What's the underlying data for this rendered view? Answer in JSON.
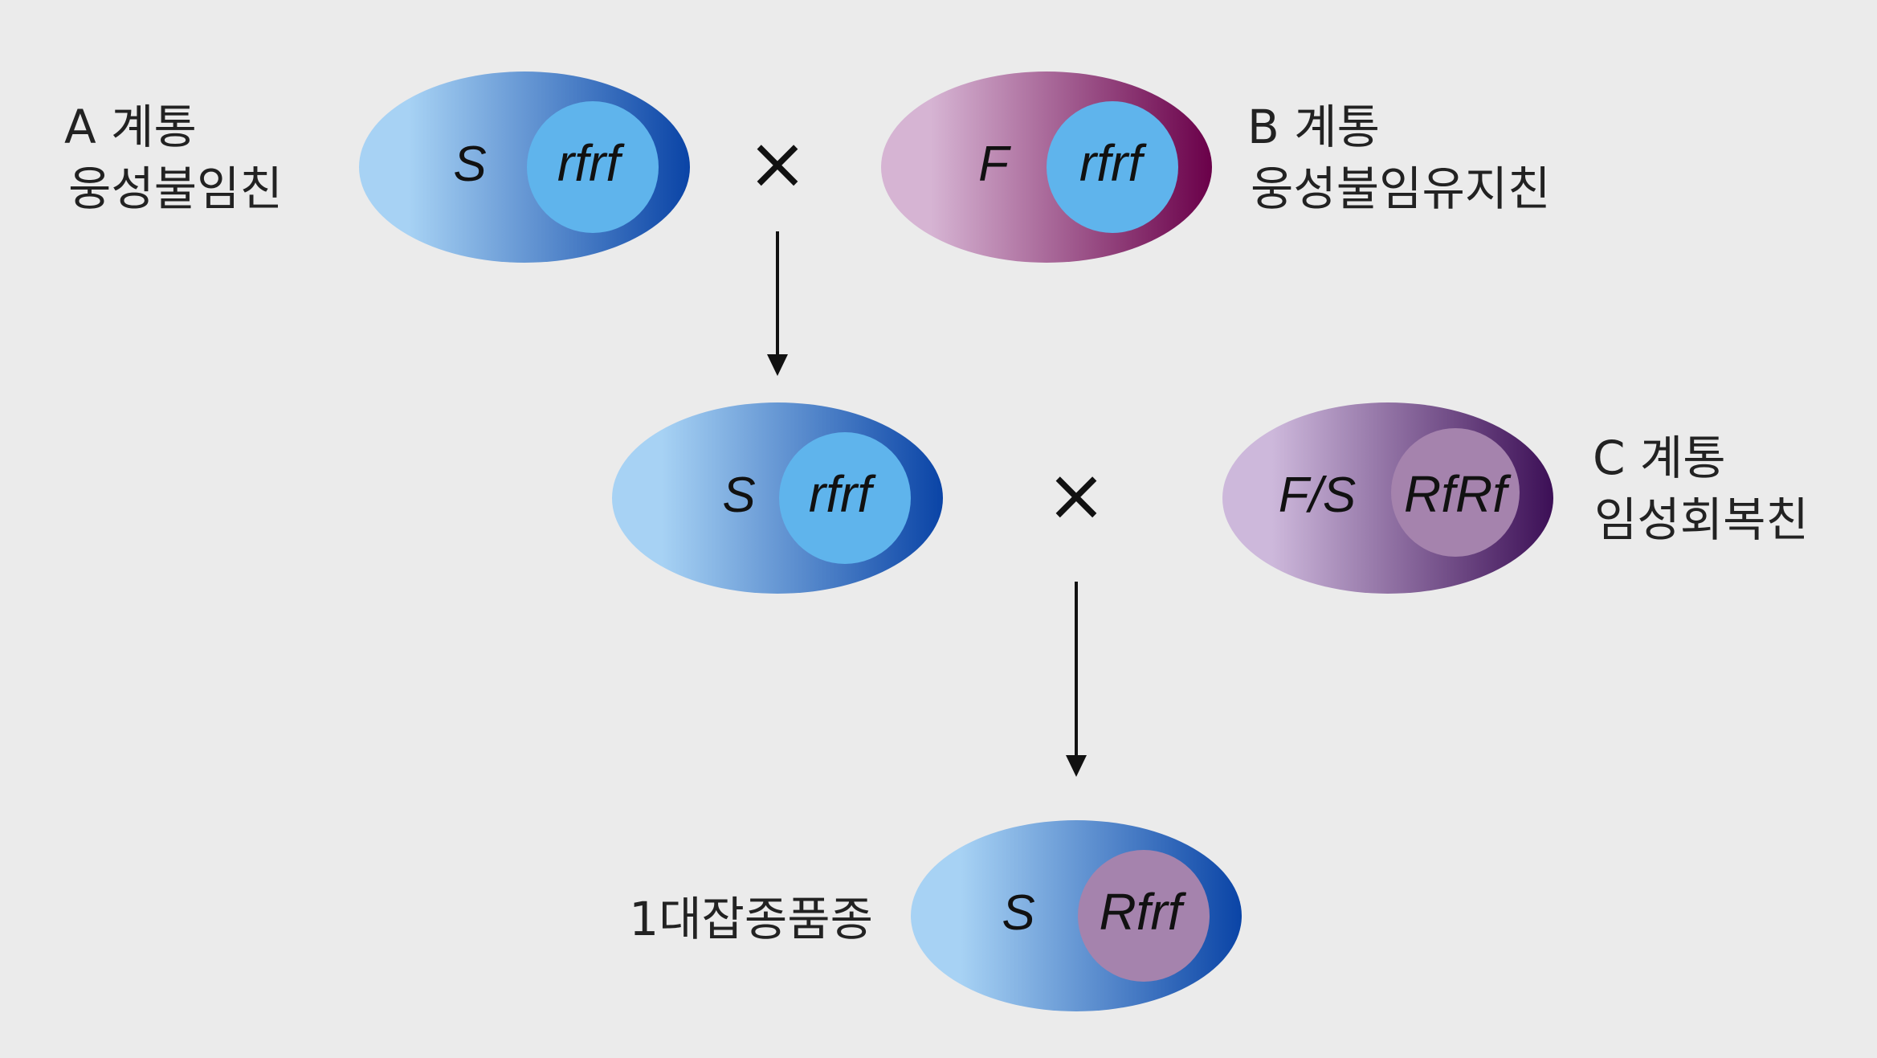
{
  "colors": {
    "background": "#ebebeb",
    "sterile_light": "#a7d2f4",
    "sterile_dark": "#0a44a6",
    "maintainer_light": "#d6b4d3",
    "maintainer_dark": "#6a0049",
    "restorer_light": "#cdb8db",
    "restorer_dark": "#3c0f56",
    "nucleus_blue": "#5fb4ec",
    "nucleus_purple": "#a583ad",
    "text": "#111111",
    "arrow": "#111111"
  },
  "line_a": {
    "name": "A 계통",
    "role": "웅성불임친",
    "cytoplasm": "S",
    "nucleus": "rfrf"
  },
  "line_b": {
    "name": "B 계통",
    "role": "웅성불임유지친",
    "cytoplasm": "F",
    "nucleus": "rfrf"
  },
  "offspring_ab": {
    "cytoplasm": "S",
    "nucleus": "rfrf"
  },
  "line_c": {
    "name": "C 계통",
    "role": "임성회복친",
    "cytoplasm": "F/S",
    "nucleus": "RfRf"
  },
  "f1_hybrid": {
    "label": "1대잡종품종",
    "cytoplasm": "S",
    "nucleus": "Rfrf"
  },
  "symbols": {
    "cross": "×",
    "cross_icon": "cross-multiply-icon",
    "arrow_icon": "arrow-down-icon"
  }
}
